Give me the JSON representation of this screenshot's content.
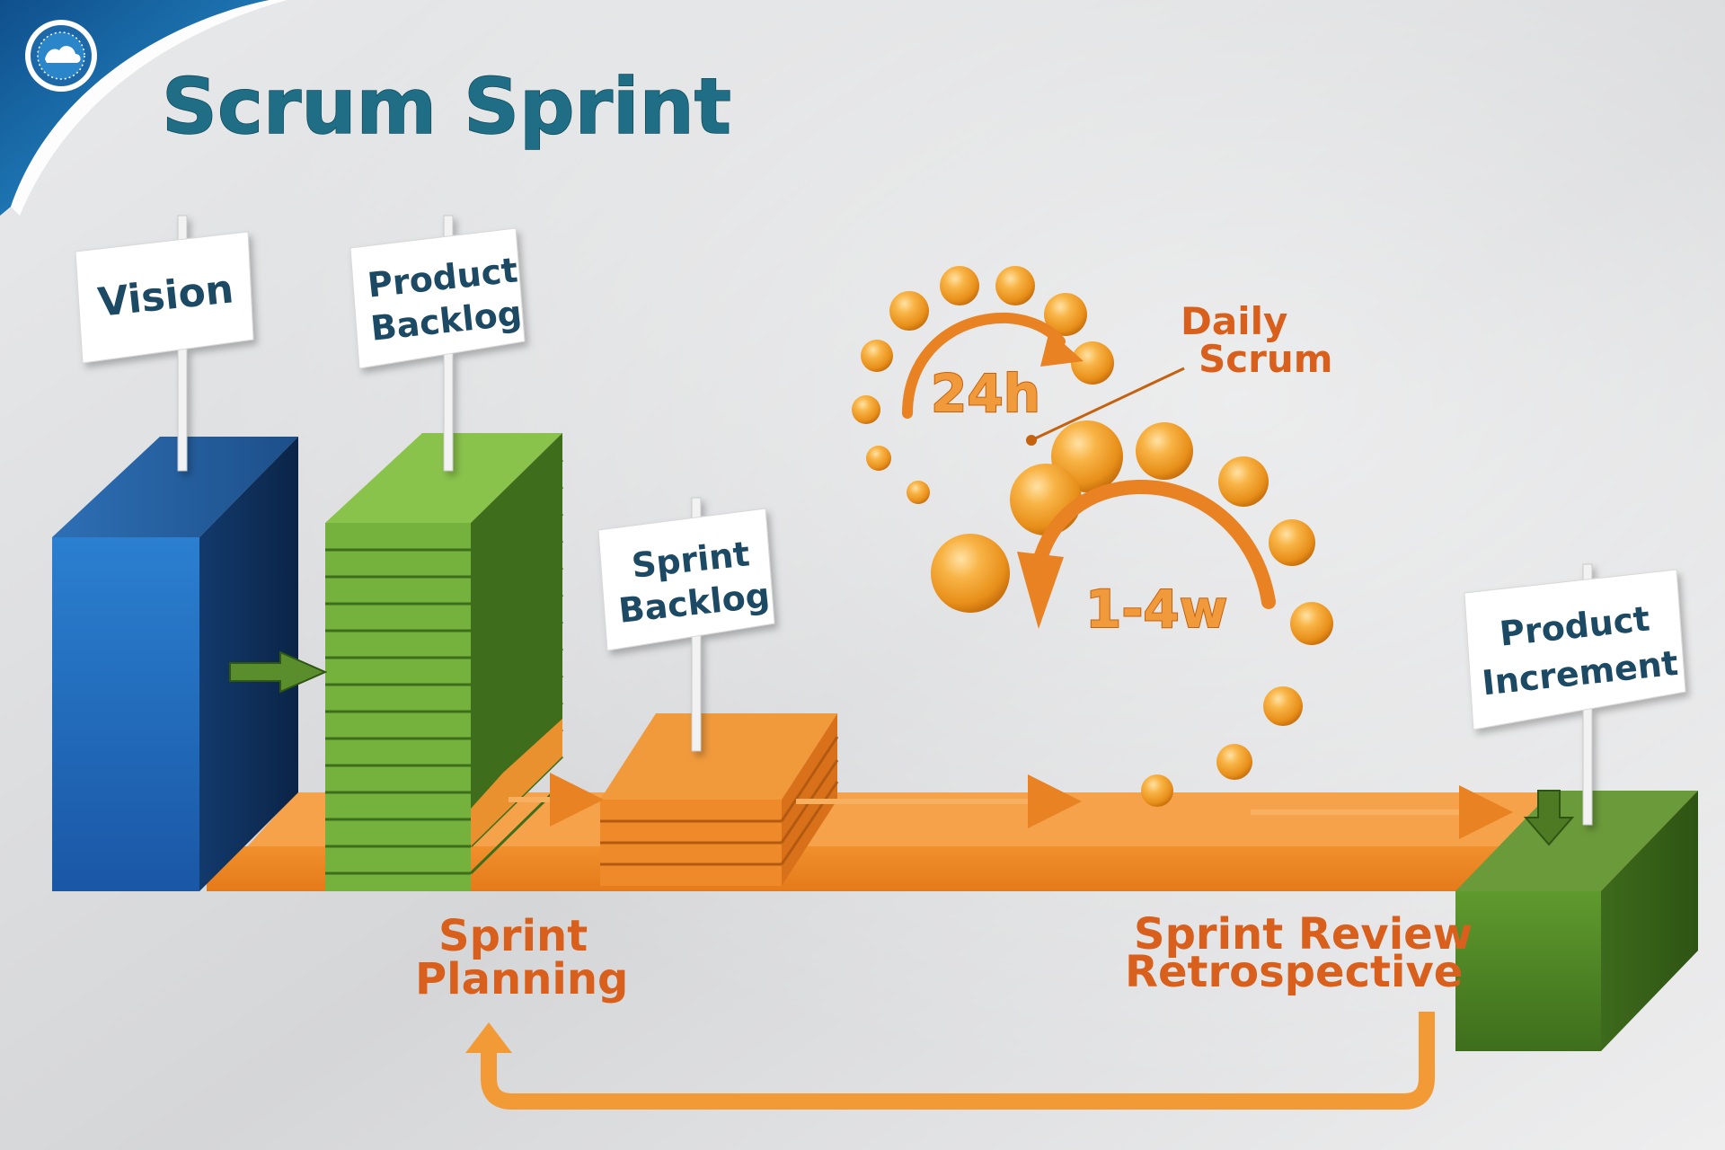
{
  "title": "Scrum Sprint",
  "signs": {
    "vision": [
      "Vision"
    ],
    "product_backlog": [
      "Product",
      "Backlog"
    ],
    "sprint_backlog": [
      "Sprint",
      "Backlog"
    ],
    "product_increment": [
      "Product",
      "Increment"
    ]
  },
  "cycle": {
    "daily_scrum": [
      "Daily",
      "Scrum"
    ],
    "daily_duration": "24h",
    "sprint_duration": "1-4w"
  },
  "events": {
    "sprint_planning": [
      "Sprint",
      "Planning"
    ],
    "sprint_review": [
      "Sprint Review",
      "Retrospective"
    ]
  },
  "colors": {
    "title": "#1f6e86",
    "sign_text": "#1e4a63",
    "orange": "#e98222",
    "orange_text": "#d9601c",
    "blue": "#1f63b6",
    "green": "#67a437",
    "dark_green": "#4f7f2a"
  },
  "icons": [
    "logo-emblem-icon",
    "flow-arrow-icon",
    "return-arrow-icon"
  ]
}
